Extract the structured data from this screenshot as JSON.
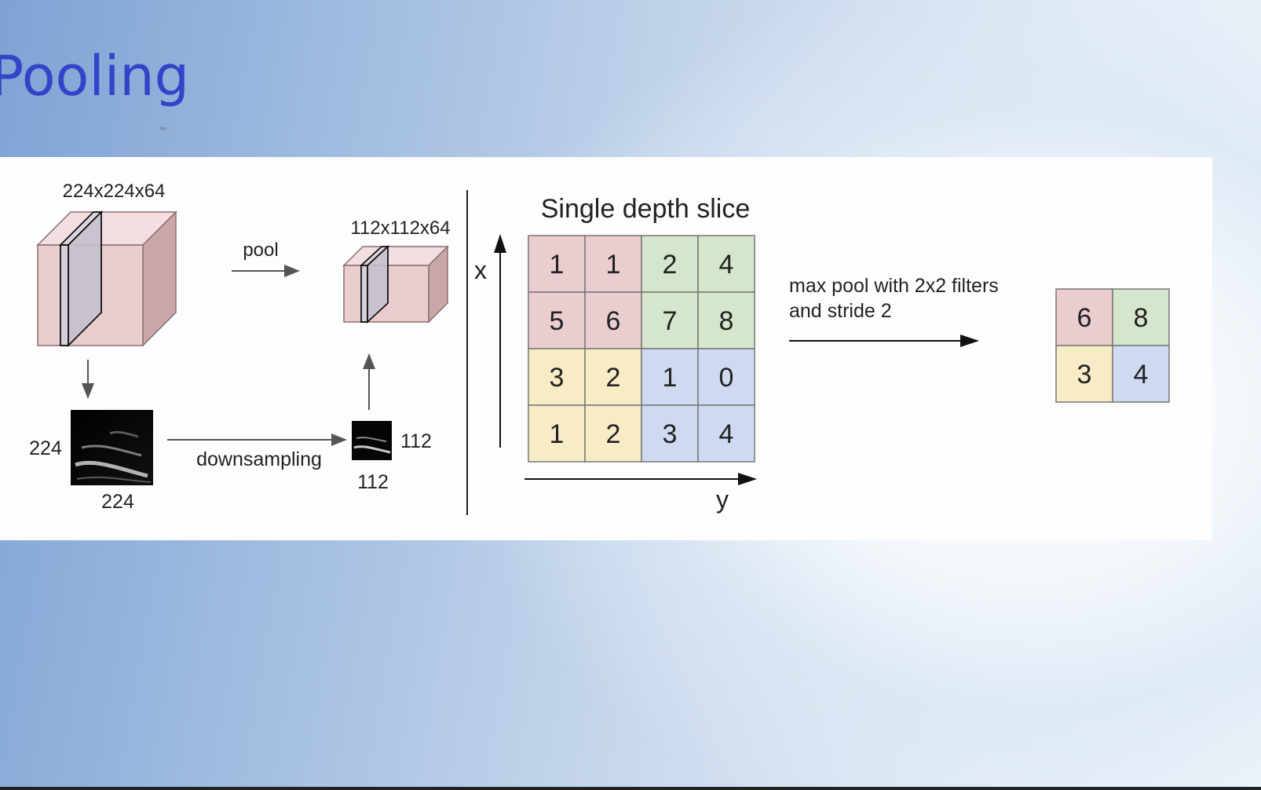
{
  "slide": {
    "title": "Pooling"
  },
  "left_diagram": {
    "input_volume_label": "224x224x64",
    "pool_label": "pool",
    "output_volume_label": "112x112x64",
    "input_image_height": "224",
    "input_image_width": "224",
    "downsampling_label": "downsampling",
    "output_image_height": "112",
    "output_image_width": "112"
  },
  "right_diagram": {
    "slice_title": "Single depth slice",
    "x_axis_label": "x",
    "y_axis_label": "y",
    "operation_line1": "max pool with 2x2 filters",
    "operation_line2": "and stride 2",
    "colors": {
      "red": "#ebcdcf",
      "green": "#d6e6cd",
      "yellow": "#f8ecc6",
      "blue": "#cfdaf2"
    },
    "input_grid": [
      [
        {
          "v": "1",
          "c": "red"
        },
        {
          "v": "1",
          "c": "red"
        },
        {
          "v": "2",
          "c": "green"
        },
        {
          "v": "4",
          "c": "green"
        }
      ],
      [
        {
          "v": "5",
          "c": "red"
        },
        {
          "v": "6",
          "c": "red"
        },
        {
          "v": "7",
          "c": "green"
        },
        {
          "v": "8",
          "c": "green"
        }
      ],
      [
        {
          "v": "3",
          "c": "yellow"
        },
        {
          "v": "2",
          "c": "yellow"
        },
        {
          "v": "1",
          "c": "blue"
        },
        {
          "v": "0",
          "c": "blue"
        }
      ],
      [
        {
          "v": "1",
          "c": "yellow"
        },
        {
          "v": "2",
          "c": "yellow"
        },
        {
          "v": "3",
          "c": "blue"
        },
        {
          "v": "4",
          "c": "blue"
        }
      ]
    ],
    "output_grid": [
      [
        {
          "v": "6",
          "c": "red"
        },
        {
          "v": "8",
          "c": "green"
        }
      ],
      [
        {
          "v": "3",
          "c": "yellow"
        },
        {
          "v": "4",
          "c": "blue"
        }
      ]
    ]
  }
}
